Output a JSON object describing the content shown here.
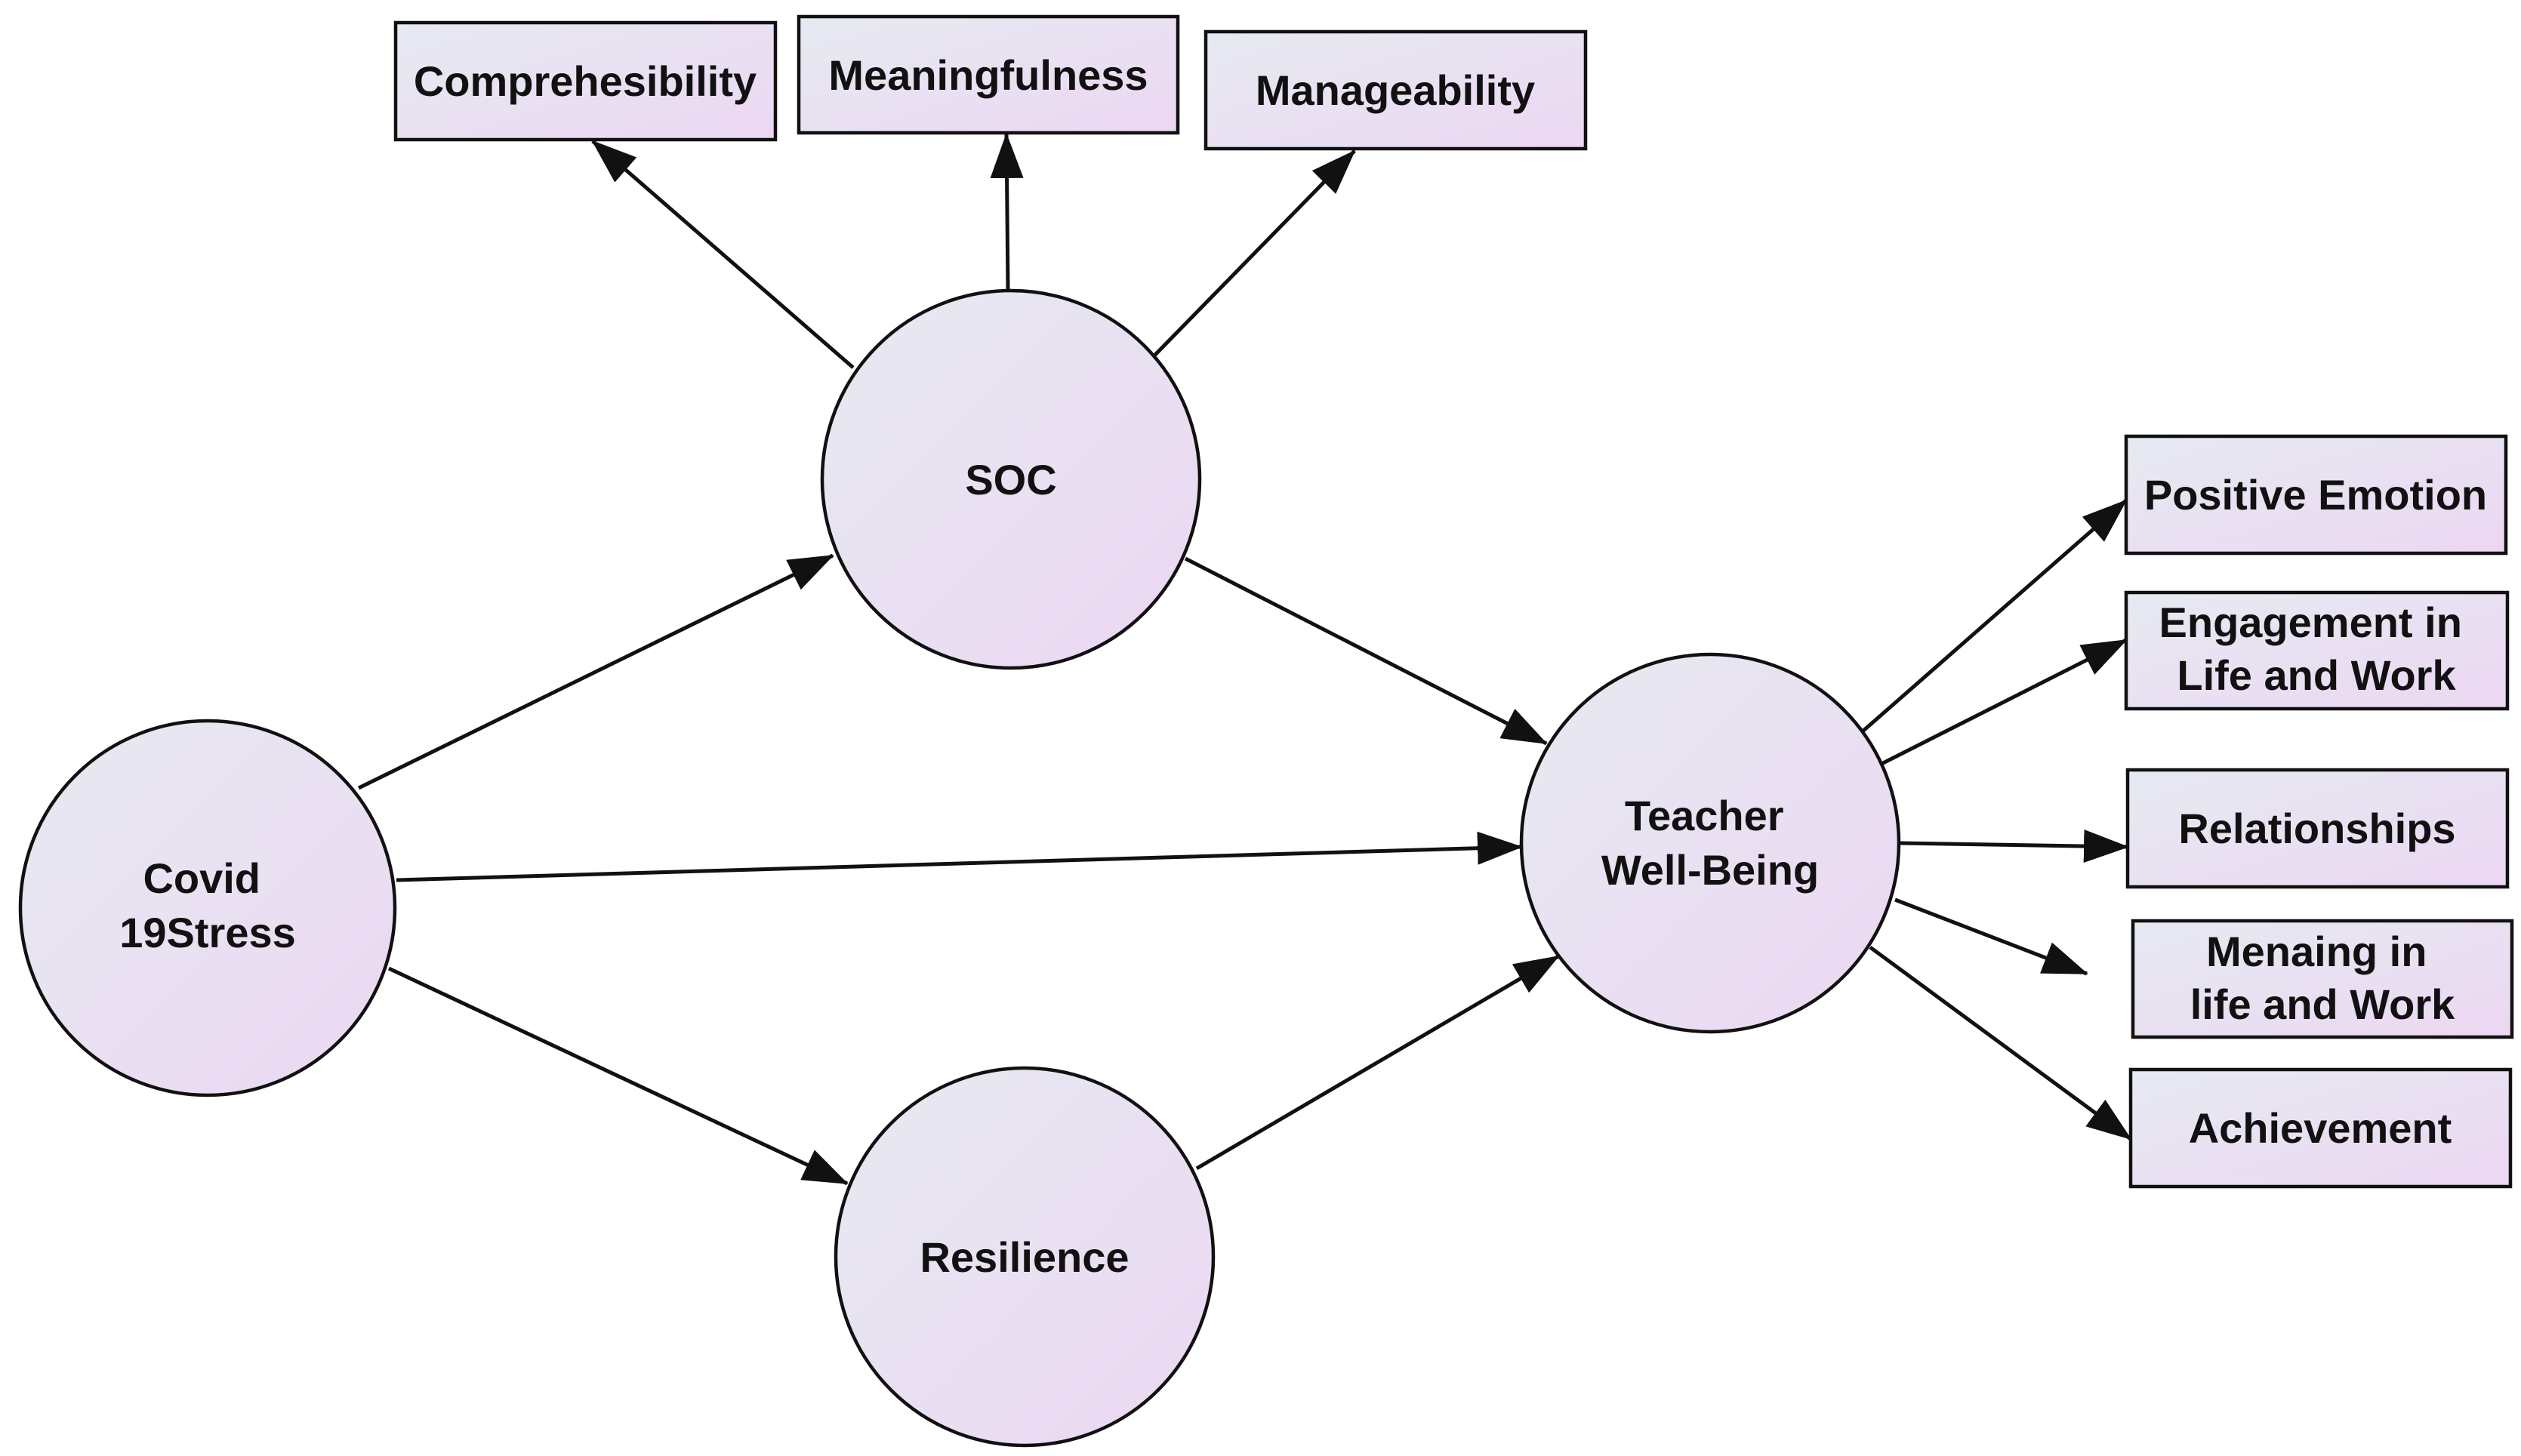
{
  "colors": {
    "node_fill_start": "#e6eaf1",
    "node_fill_end": "#ecd7f2",
    "stroke": "#111111",
    "background": "#ffffff"
  },
  "latent": {
    "covid": {
      "lines": [
        "Covid",
        "19Stress"
      ]
    },
    "soc": {
      "lines": [
        "SOC"
      ]
    },
    "resilience": {
      "lines": [
        "Resilience"
      ]
    },
    "wellbeing": {
      "lines": [
        "Teacher",
        "Well-Being"
      ]
    }
  },
  "indicators": {
    "comprehensibility": {
      "lines": [
        "Comprehesibility"
      ]
    },
    "meaningfulness": {
      "lines": [
        "Meaningfulness"
      ]
    },
    "manageability": {
      "lines": [
        "Manageability"
      ]
    },
    "positive_emotion": {
      "lines": [
        "Positive Emotion"
      ]
    },
    "engagement": {
      "lines": [
        "Engagement in",
        "Life and Work"
      ]
    },
    "relationships": {
      "lines": [
        "Relationships"
      ]
    },
    "meaning": {
      "lines": [
        "Menaing in",
        "life and Work"
      ]
    },
    "achievement": {
      "lines": [
        "Achievement"
      ]
    }
  },
  "edges": [
    {
      "from": "covid",
      "to": "soc"
    },
    {
      "from": "covid",
      "to": "wellbeing"
    },
    {
      "from": "covid",
      "to": "resilience"
    },
    {
      "from": "soc",
      "to": "wellbeing"
    },
    {
      "from": "resilience",
      "to": "wellbeing"
    },
    {
      "from": "soc",
      "to": "comprehensibility"
    },
    {
      "from": "soc",
      "to": "meaningfulness"
    },
    {
      "from": "soc",
      "to": "manageability"
    },
    {
      "from": "wellbeing",
      "to": "positive_emotion"
    },
    {
      "from": "wellbeing",
      "to": "engagement"
    },
    {
      "from": "wellbeing",
      "to": "relationships"
    },
    {
      "from": "wellbeing",
      "to": "meaning"
    },
    {
      "from": "wellbeing",
      "to": "achievement"
    }
  ]
}
